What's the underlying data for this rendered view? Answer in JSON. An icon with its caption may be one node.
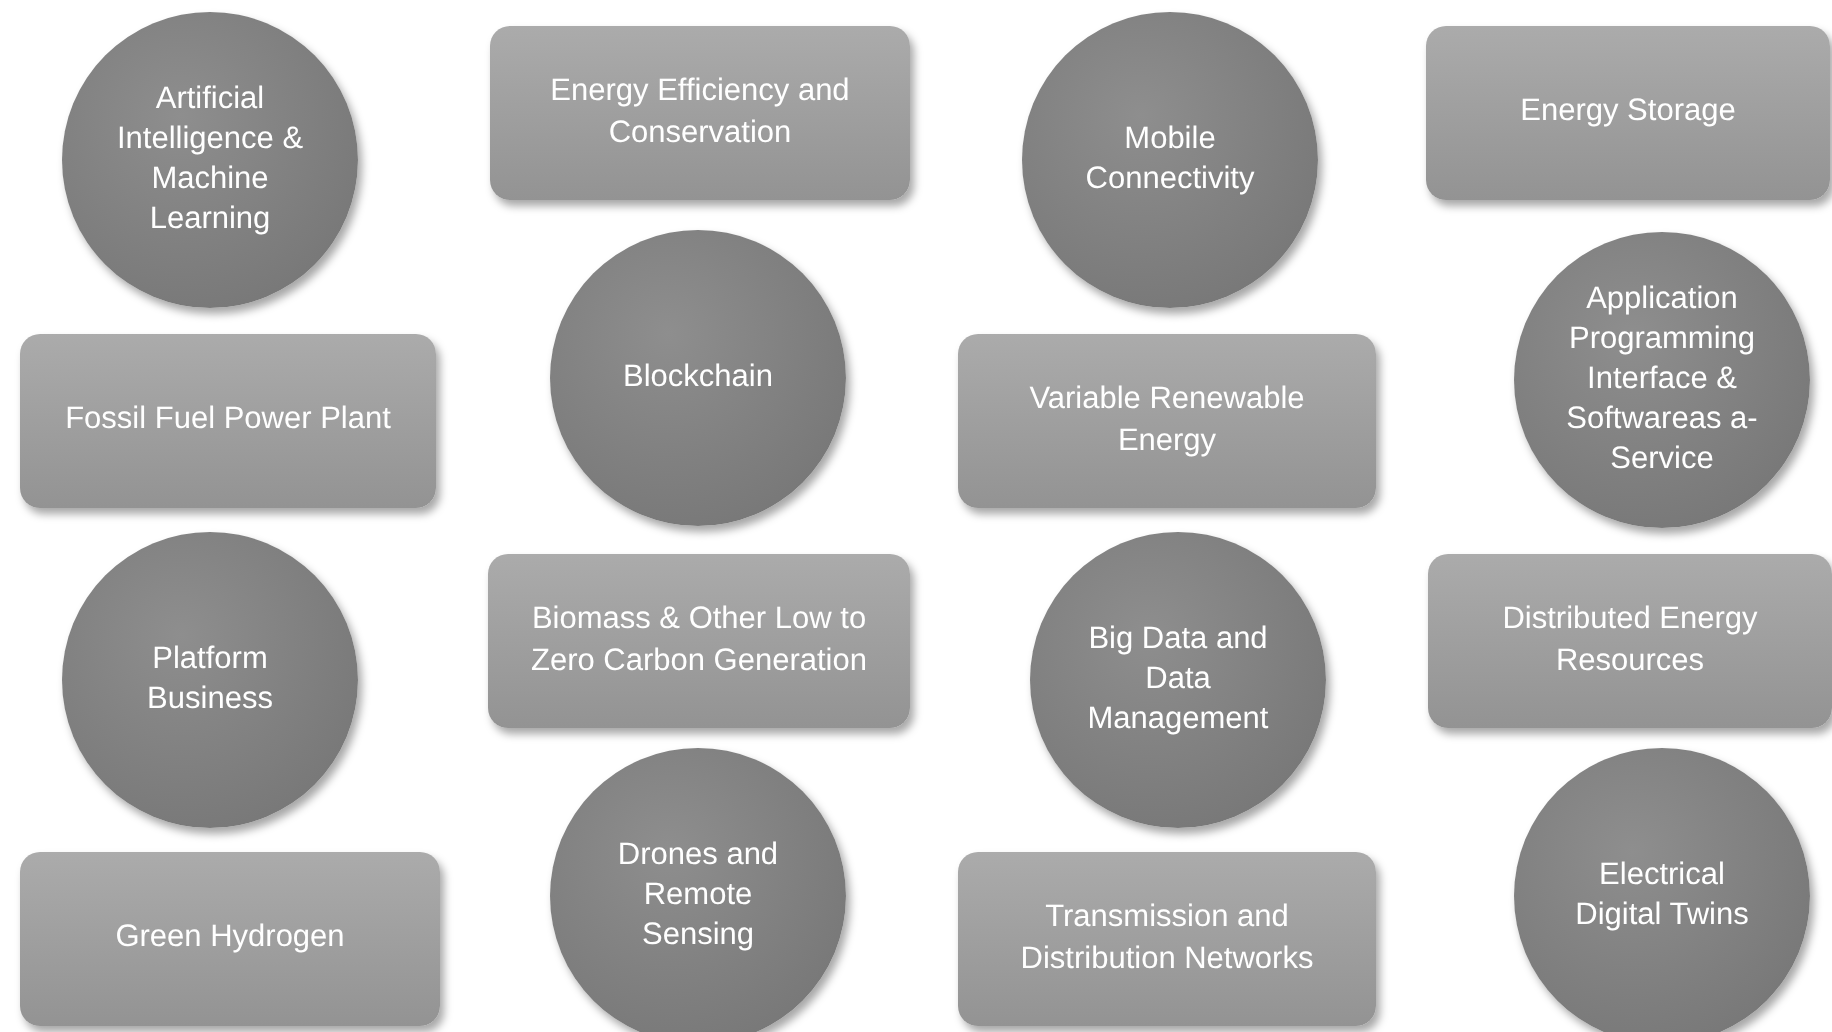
{
  "diagram": {
    "nodes": [
      {
        "text": [
          "Artificial Intelligence & Machine Learning"
        ]
      },
      {
        "text": [
          "Energy Efficiency and Conservation"
        ]
      },
      {
        "text": [
          "Mobile Connectivity"
        ]
      },
      {
        "text": [
          "Energy Storage"
        ]
      },
      {
        "text": [
          "Fossil Fuel Power Plant"
        ]
      },
      {
        "text": [
          "Blockchain"
        ]
      },
      {
        "text": [
          "Variable Renewable Energy"
        ]
      },
      {
        "text": [
          "Application Programming Interface & Softwareas a-Service"
        ]
      },
      {
        "text": [
          "Platform Business"
        ]
      },
      {
        "text": [
          "Biomass & Other Low to Zero Carbon Generation"
        ]
      },
      {
        "text": [
          "Big Data and Data Management"
        ]
      },
      {
        "text": [
          "Distributed Energy Resources"
        ]
      },
      {
        "text": [
          "Green Hydrogen"
        ]
      },
      {
        "text": [
          "Drones and Remote Sensing"
        ]
      },
      {
        "text": [
          "Transmission and Distribution Networks"
        ]
      },
      {
        "text": [
          "Electrical Digital Twins"
        ]
      }
    ],
    "edges": []
  }
}
